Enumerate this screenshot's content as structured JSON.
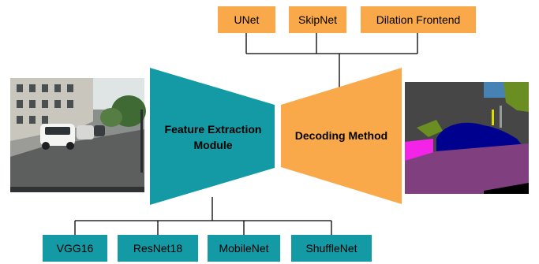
{
  "colors": {
    "decoder_orange": "#F9A94A",
    "encoder_teal": "#139AA4",
    "connector": "#000000"
  },
  "decoders": [
    {
      "label": "UNet"
    },
    {
      "label": "SkipNet"
    },
    {
      "label": "Dilation Frontend"
    }
  ],
  "encoders": [
    {
      "label": "VGG16"
    },
    {
      "label": "ResNet18"
    },
    {
      "label": "MobileNet"
    },
    {
      "label": "ShuffleNet"
    }
  ],
  "encoder_block": {
    "label_line1": "Feature Extraction",
    "label_line2": "Module"
  },
  "decoder_block": {
    "label": "Decoding Method"
  },
  "images": {
    "input": "street-scene-photo",
    "output": "segmentation-map"
  }
}
